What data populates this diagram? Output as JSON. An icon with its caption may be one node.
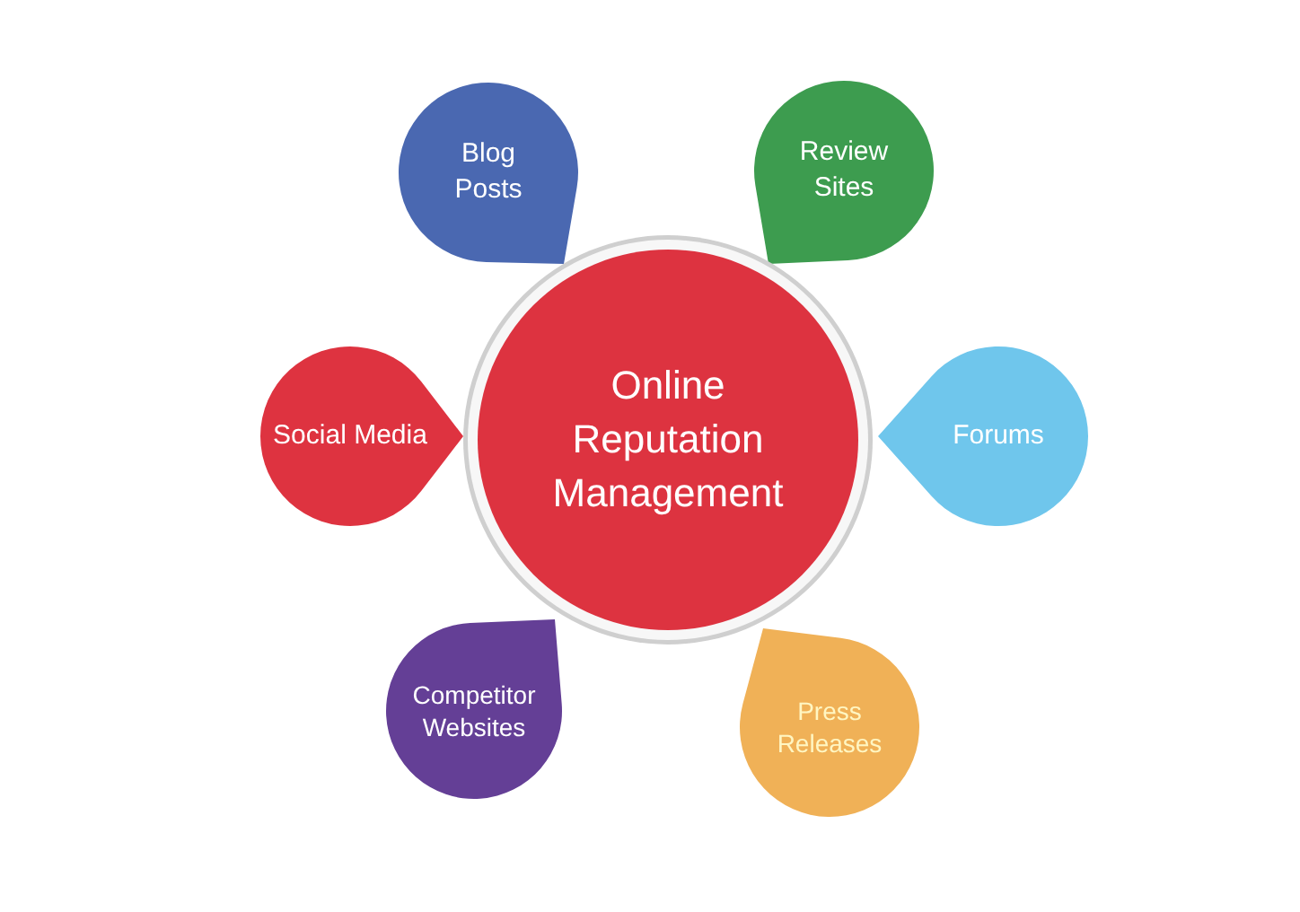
{
  "diagram": {
    "nodes": [
      {
        "text": [
          "Blog Posts"
        ]
      },
      {
        "text": [
          "Review Sites"
        ]
      },
      {
        "text": [
          "Social Media"
        ]
      },
      {
        "text": [
          "Online Reputation Management"
        ]
      },
      {
        "text": [
          "Forums"
        ]
      },
      {
        "text": [
          "Competitor Websites"
        ]
      },
      {
        "text": [
          "Press Releases"
        ]
      }
    ]
  }
}
